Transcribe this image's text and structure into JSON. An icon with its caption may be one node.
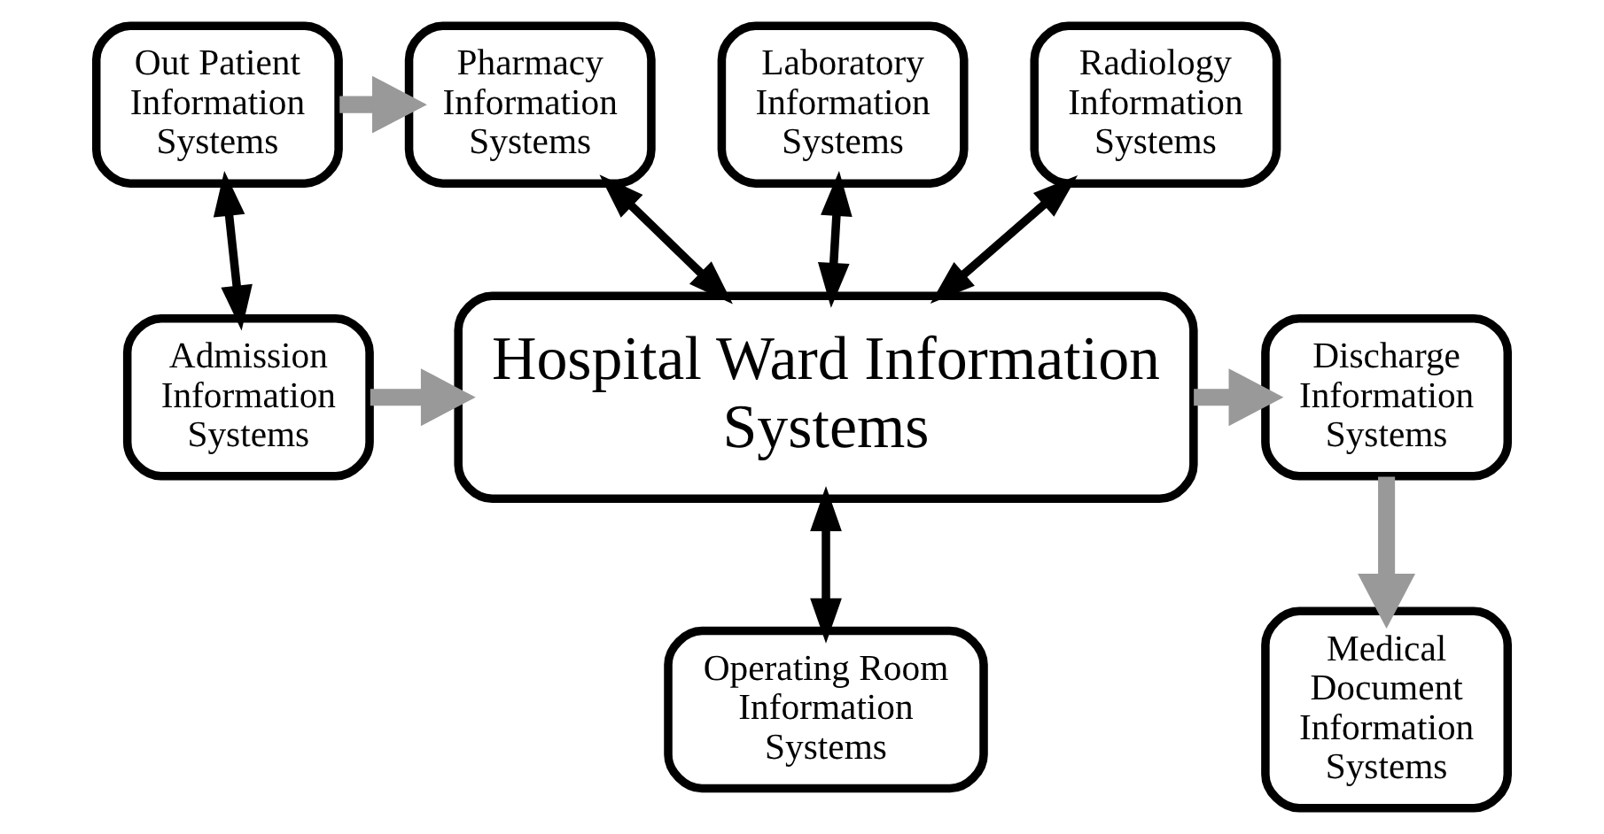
{
  "diagram": {
    "nodes": [
      {
        "text": [
          "Out Patient Information Systems"
        ]
      },
      {
        "text": [
          "Pharmacy Information Systems"
        ]
      },
      {
        "text": [
          "Laboratory Information Systems"
        ]
      },
      {
        "text": [
          "Radiology Information Systems"
        ]
      },
      {
        "text": [
          "Admission Information Systems"
        ]
      },
      {
        "text": [
          "Hospital Ward Information Systems"
        ]
      },
      {
        "text": [
          "Discharge Information Systems"
        ]
      },
      {
        "text": [
          "Operating Room Information Systems"
        ]
      },
      {
        "text": [
          "Medical Document Information Systems"
        ]
      }
    ],
    "edges": [
      {
        "from": 0,
        "to": 1,
        "arrow": "to",
        "style": "thick",
        "color": "#999999"
      },
      {
        "from": 0,
        "to": 4,
        "arrow": "both"
      },
      {
        "from": 1,
        "to": 5,
        "arrow": "both"
      },
      {
        "from": 2,
        "to": 5,
        "arrow": "both"
      },
      {
        "from": 3,
        "to": 5,
        "arrow": "both"
      },
      {
        "from": 4,
        "to": 5,
        "arrow": "to",
        "style": "thick",
        "color": "#999999"
      },
      {
        "from": 5,
        "to": 6,
        "arrow": "to",
        "style": "thick",
        "color": "#999999"
      },
      {
        "from": 5,
        "to": 7,
        "arrow": "both"
      },
      {
        "from": 6,
        "to": 8,
        "arrow": "to",
        "style": "thick",
        "color": "#999999"
      }
    ]
  }
}
